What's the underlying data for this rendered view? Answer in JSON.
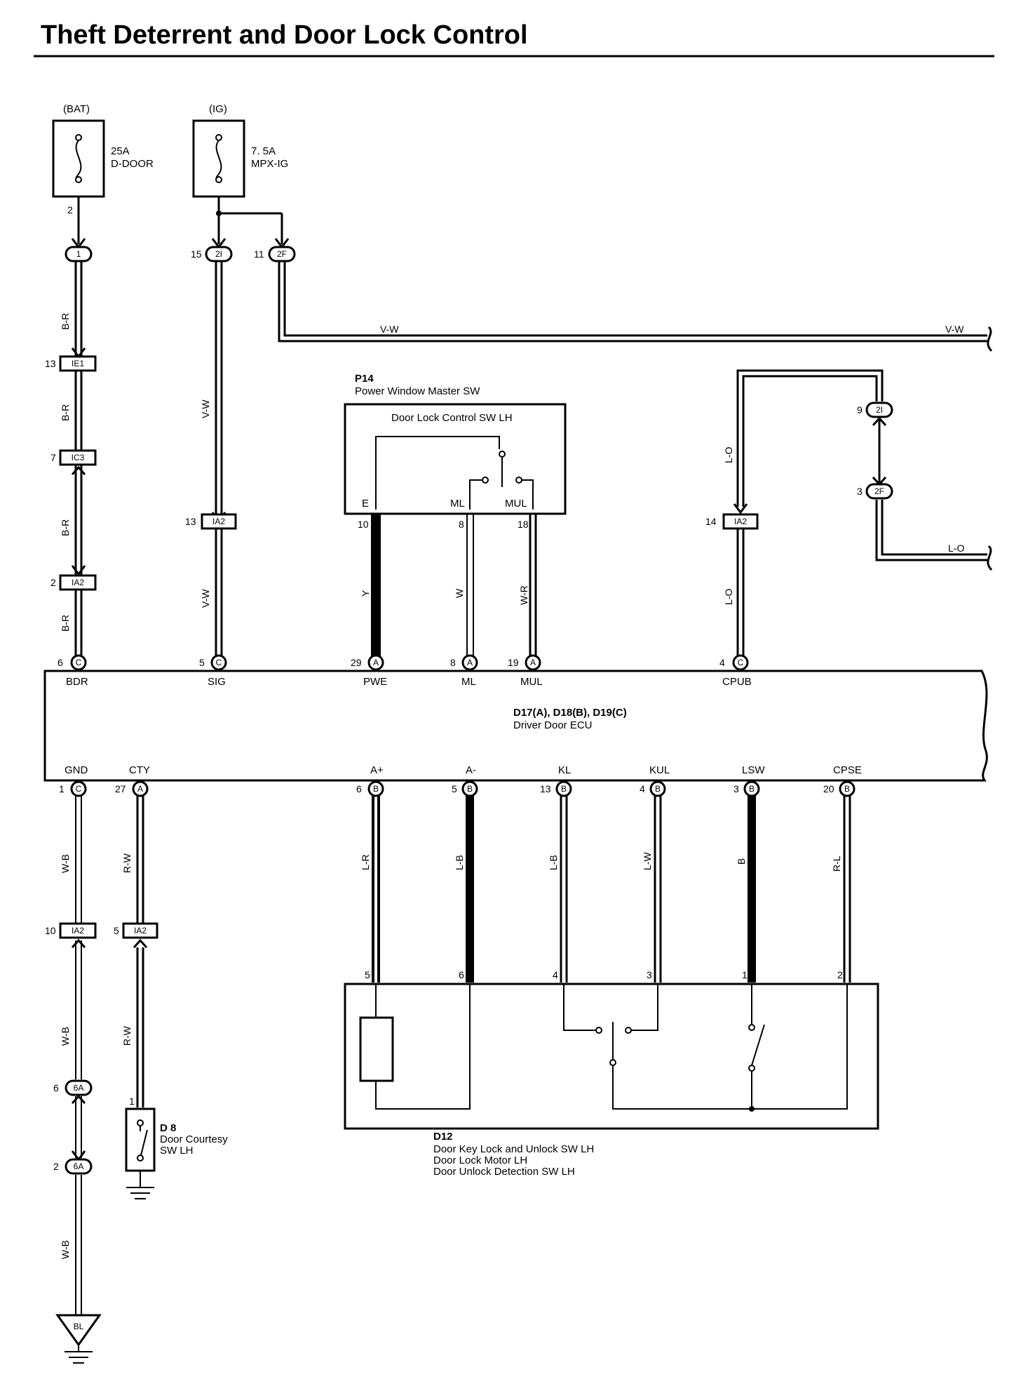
{
  "title": "Theft Deterrent and Door Lock Control",
  "power": {
    "bat_label": "(BAT)",
    "ig_label": "(IG)",
    "fuse1_rating": "25A",
    "fuse1_name": "D-DOOR",
    "fuse2_rating": "7. 5A",
    "fuse2_name": "MPX-IG"
  },
  "wire_colors": {
    "br": "B-R",
    "vw": "V-W",
    "lo": "L-O",
    "y": "Y",
    "w": "W",
    "wr": "W-R",
    "wb": "W-B",
    "rw": "R-W",
    "lr": "L-R",
    "lb": "L-B",
    "lw": "L-W",
    "b": "B",
    "rl": "R-L"
  },
  "connectors": {
    "c1": "1",
    "ie1": "IE1",
    "ic3": "IC3",
    "ia2": "IA2",
    "c2i": "2I",
    "c2f": "2F",
    "c6a": "6A",
    "ca": "A",
    "cb": "B",
    "cc": "C",
    "bl": "BL"
  },
  "pins": {
    "p2": "2",
    "p13": "13",
    "p7": "7",
    "p6": "6",
    "p15": "15",
    "p11": "11",
    "p5": "5",
    "p9": "9",
    "p3": "3",
    "p14": "14",
    "p4": "4",
    "p10": "10",
    "p8": "8",
    "p18": "18",
    "p29": "29",
    "p19": "19",
    "p1": "1",
    "p27": "27",
    "p20": "20"
  },
  "p14": {
    "code": "P14",
    "name": "Power Window Master SW",
    "switch_name": "Door Lock Control SW LH",
    "term_e": "E",
    "term_ml": "ML",
    "term_mul": "MUL"
  },
  "ecu": {
    "codes": "D17(A), D18(B), D19(C)",
    "name": "Driver Door ECU",
    "top_terms": [
      "BDR",
      "SIG",
      "PWE",
      "ML",
      "MUL",
      "CPUB"
    ],
    "bottom_terms": [
      "GND",
      "CTY",
      "A+",
      "A-",
      "KL",
      "KUL",
      "LSW",
      "CPSE"
    ]
  },
  "d8": {
    "code": "D 8",
    "line1": "Door Courtesy",
    "line2": "SW LH"
  },
  "d12": {
    "code": "D12",
    "line1": "Door Key Lock and Unlock SW LH",
    "line2": "Door Lock Motor LH",
    "line3": "Door Unlock Detection SW LH"
  }
}
